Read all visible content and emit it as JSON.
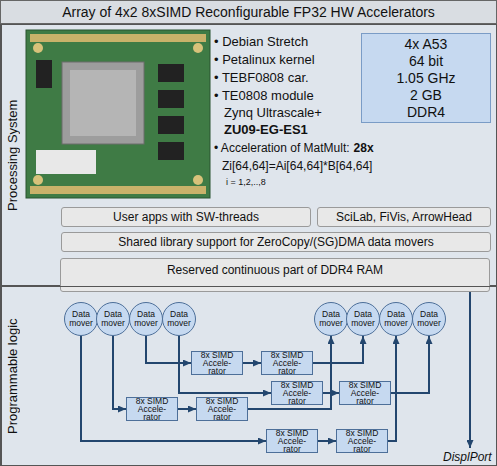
{
  "diagram": {
    "title": "Array of 4x2 8xSIMD Reconfigurable FP32 HW Accelerators",
    "nodes": [
      {
        "text": [
          "Processing System"
        ]
      },
      {
        "text": [
          "4x A53 64 bit 1.05 GHz 2 GB DDR4"
        ],
        "in": 0
      },
      {
        "text": [
          "User apps with SW-threads"
        ],
        "in": 0
      },
      {
        "text": [
          "SciLab, FiVis, ArrowHead"
        ],
        "in": 0
      },
      {
        "text": [
          "Shared library support for ZeroCopy/(SG)DMA data movers"
        ],
        "in": 0
      },
      {
        "text": [
          "Reserved continuous part of DDR4 RAM"
        ]
      },
      {
        "text": [
          "Programmable logic"
        ]
      },
      {
        "text": [
          "Data mover"
        ],
        "in": 6
      },
      {
        "text": [
          "Data mover"
        ],
        "in": 6
      },
      {
        "text": [
          "Data mover"
        ],
        "in": 6
      },
      {
        "text": [
          "Data mover"
        ],
        "in": 6
      },
      {
        "text": [
          "Data mover"
        ],
        "in": 6
      },
      {
        "text": [
          "Data mover"
        ],
        "in": 6
      },
      {
        "text": [
          "Data mover"
        ],
        "in": 6
      },
      {
        "text": [
          "Data mover"
        ],
        "in": 6
      },
      {
        "text": [
          "8x SIMD Accele- rator"
        ],
        "in": 6
      },
      {
        "text": [
          "8x SIMD Accele- rator"
        ],
        "in": 6
      },
      {
        "text": [
          "8x SIMD Accele- rator"
        ],
        "in": 6
      },
      {
        "text": [
          "8x SIMD Accele- rator"
        ],
        "in": 6
      },
      {
        "text": [
          "8x SIMD Accele- rator"
        ],
        "in": 6
      },
      {
        "text": [
          "8x SIMD Accele- rator"
        ],
        "in": 6
      },
      {
        "text": [
          "8x SIMD Accele- rator"
        ],
        "in": 6
      },
      {
        "text": [
          "8x SIMD Accele- rator"
        ],
        "in": 6
      }
    ],
    "edges": [
      {
        "from": 9,
        "to": 15,
        "arrow": "to"
      },
      {
        "from": 15,
        "to": 16,
        "arrow": "to"
      },
      {
        "from": 16,
        "to": 12,
        "arrow": "to"
      },
      {
        "from": 10,
        "to": 17,
        "arrow": "to"
      },
      {
        "from": 17,
        "to": 18,
        "arrow": "to"
      },
      {
        "from": 18,
        "to": 14,
        "arrow": "to"
      },
      {
        "from": 8,
        "to": 19,
        "arrow": "to"
      },
      {
        "from": 19,
        "to": 20,
        "arrow": "to"
      },
      {
        "from": 20,
        "to": 11,
        "arrow": "to"
      },
      {
        "from": 7,
        "to": 21,
        "arrow": "to"
      },
      {
        "from": 21,
        "to": 22,
        "arrow": "to"
      },
      {
        "from": 22,
        "to": 13,
        "arrow": "to"
      }
    ],
    "labels": [
      "• Debian Stretch",
      "• Petalinux kernel",
      "• TEBF0808 car.",
      "• TE0808 module",
      "Zynq Ultrascale+",
      "ZU09-EG-ES1",
      "• Acceleration of MatMult:",
      "28x",
      "Zi[64,64]=Ai[64,64]*B[64,64]",
      "i = 1,2,..,8",
      "DisplPort"
    ]
  }
}
